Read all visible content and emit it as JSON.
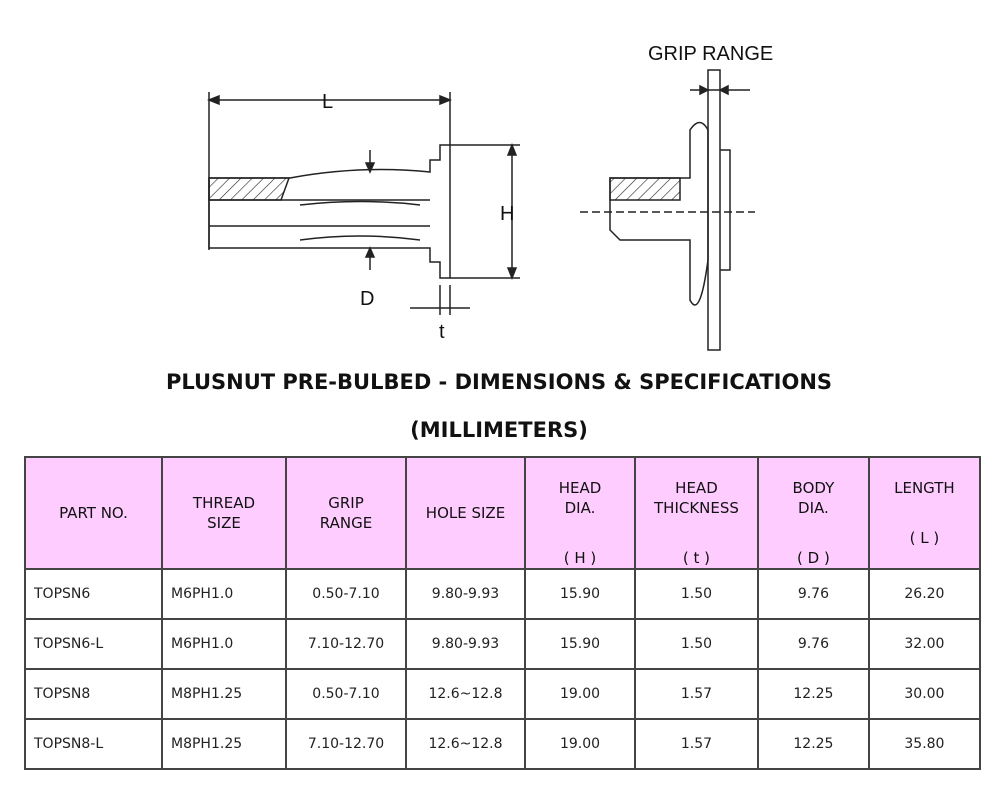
{
  "diagram": {
    "length_label": "L",
    "height_label": "H",
    "body_label": "D",
    "thickness_label": "t",
    "grip_label": "GRIP RANGE"
  },
  "title": "PLUSNUT PRE-BULBED - DIMENSIONS & SPECIFICATIONS",
  "subtitle": "(MILLIMETERS)",
  "table": {
    "headers": [
      {
        "main": "PART NO.",
        "sub": ""
      },
      {
        "main": "THREAD SIZE",
        "sub": ""
      },
      {
        "main": "GRIP RANGE",
        "sub": ""
      },
      {
        "main": "HOLE SIZE",
        "sub": ""
      },
      {
        "main": "HEAD DIA.",
        "sub": "( H )"
      },
      {
        "main": "HEAD THICKNESS",
        "sub": "( t )"
      },
      {
        "main": "BODY DIA.",
        "sub": "( D )"
      },
      {
        "main": "LENGTH",
        "sub": "( L )"
      }
    ],
    "rows": [
      [
        "TOPSN6",
        "M6PH1.0",
        "0.50-7.10",
        "9.80-9.93",
        "15.90",
        "1.50",
        "9.76",
        "26.20"
      ],
      [
        "TOPSN6-L",
        "M6PH1.0",
        "7.10-12.70",
        "9.80-9.93",
        "15.90",
        "1.50",
        "9.76",
        "32.00"
      ],
      [
        "TOPSN8",
        "M8PH1.25",
        "0.50-7.10",
        "12.6~12.8",
        "19.00",
        "1.57",
        "12.25",
        "30.00"
      ],
      [
        "TOPSN8-L",
        "M8PH1.25",
        "7.10-12.70",
        "12.6~12.8",
        "19.00",
        "1.57",
        "12.25",
        "35.80"
      ]
    ]
  },
  "colors": {
    "header_bg": "#ffccff"
  }
}
